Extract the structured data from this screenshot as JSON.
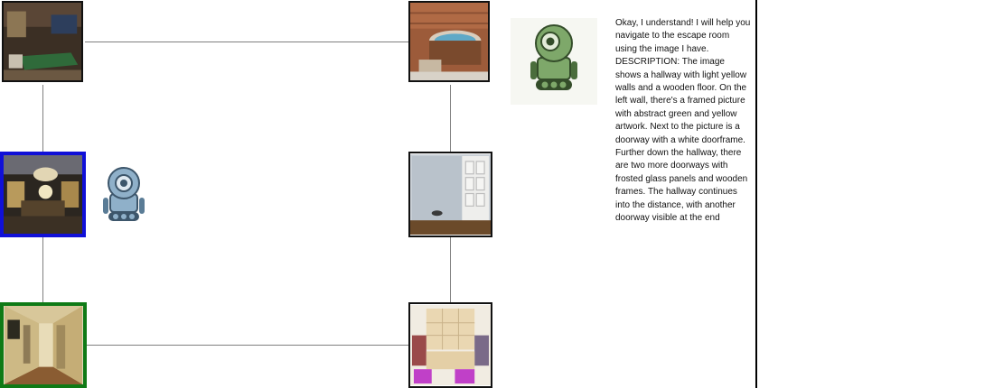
{
  "map": {
    "rooms": [
      {
        "name": "game-room",
        "image": "billiard-room-photo"
      },
      {
        "name": "hot-tub-room",
        "image": "hot-tub-photo"
      },
      {
        "name": "ballroom",
        "image": "chandelier-hall-photo",
        "status": "current"
      },
      {
        "name": "french-door-room",
        "image": "empty-room-french-doors-photo"
      },
      {
        "name": "hallway",
        "image": "hallway-photo",
        "status": "goal"
      },
      {
        "name": "closet",
        "image": "walk-in-closet-photo"
      }
    ],
    "colors": {
      "current_border": "#1010d8",
      "goal_border": "#0f7a16",
      "edge": "#7f7f7f"
    }
  },
  "player": {
    "icon": "robot-icon",
    "color": "#5a7c96"
  },
  "chat": {
    "avatar_icon": "robot-icon",
    "avatar_color": "#5f8a4f",
    "message": "Okay, I understand! I will help you navigate to the escape room using the image I have.  DESCRIPTION: The image shows a hallway with light yellow walls and a wooden floor. On the left wall, there's a framed picture with abstract green and yellow artwork. Next to the picture is a doorway with a white doorframe. Further down the hallway, there are two more doorways with frosted glass panels and wooden frames. The hallway continues into the distance, with another doorway visible at the end"
  }
}
